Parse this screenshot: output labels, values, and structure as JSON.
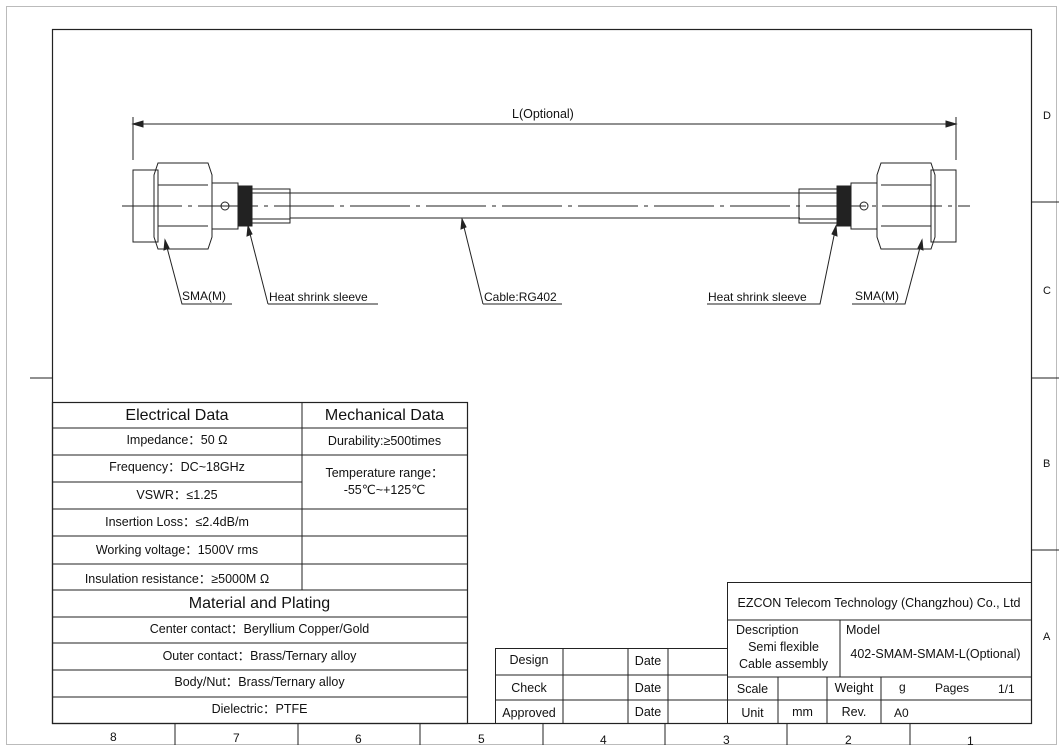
{
  "drawing": {
    "dimension_label": "L(Optional)",
    "callouts": {
      "left_connector": "SMA(M)",
      "left_sleeve": "Heat shrink sleeve",
      "cable": "Cable:RG402",
      "right_sleeve": "Heat shrink sleeve",
      "right_connector": "SMA(M)"
    }
  },
  "border": {
    "row_marks": [
      "D",
      "C",
      "B",
      "A"
    ],
    "col_marks": [
      "8",
      "7",
      "6",
      "5",
      "4",
      "3",
      "2",
      "1"
    ]
  },
  "electrical": {
    "header": "Electrical Data",
    "rows": [
      "Impedance：50 Ω",
      "Frequency：DC~18GHz",
      "VSWR：≤1.25",
      "Insertion Loss：≤2.4dB/m",
      "Working voltage：1500V rms",
      "Insulation resistance：≥5000M Ω"
    ]
  },
  "mechanical": {
    "header": "Mechanical Data",
    "durability": "Durability:≥500times",
    "temperature_label": "Temperature range：",
    "temperature_value": "-55℃~+125℃"
  },
  "material": {
    "header": "Material and Plating",
    "rows": [
      "Center contact：Beryllium Copper/Gold",
      "Outer contact：Brass/Ternary alloy",
      "Body/Nut：Brass/Ternary alloy",
      "Dielectric：PTFE"
    ]
  },
  "signoff": {
    "rows": [
      {
        "label": "Design",
        "date_label": "Date"
      },
      {
        "label": "Check",
        "date_label": "Date"
      },
      {
        "label": "Approved",
        "date_label": "Date"
      }
    ]
  },
  "title_block": {
    "company": "EZCON Telecom Technology (Changzhou) Co., Ltd",
    "description_label": "Description",
    "description_lines": [
      "Semi flexible",
      "Cable assembly"
    ],
    "model_label": "Model",
    "model_value": "402-SMAM-SMAM-L(Optional)",
    "scale_label": "Scale",
    "weight_label": "Weight",
    "weight_value": "g",
    "pages_label": "Pages",
    "pages_value": "1/1",
    "unit_label": "Unit",
    "unit_value": "mm",
    "rev_label": "Rev.",
    "rev_value": "A0"
  }
}
